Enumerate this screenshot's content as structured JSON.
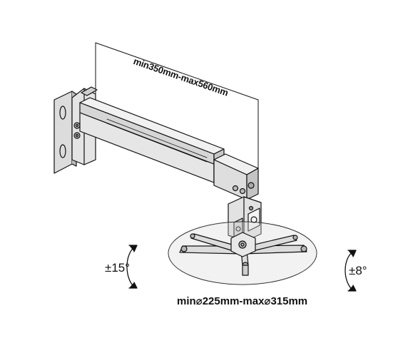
{
  "annotations": {
    "arm_length": "min350mm-max560mm",
    "tilt": "±15°",
    "swivel": "±8°",
    "plate_diameter": "min⌀225mm-max⌀315mm"
  },
  "colors": {
    "stroke": "#111111",
    "metal": "#d4d4d4",
    "metal_light": "#ececec",
    "background": "#ffffff"
  }
}
